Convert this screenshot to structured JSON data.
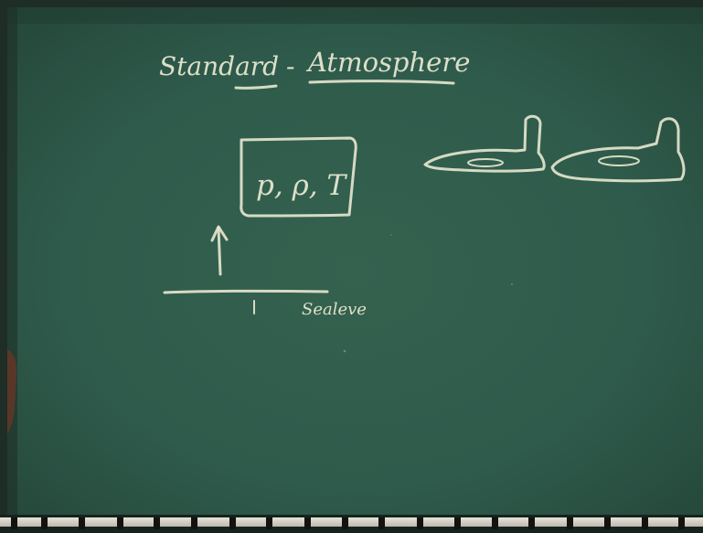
{
  "board": {
    "title_left": "Standard",
    "title_dash": "-",
    "title_right": "Atmosphere",
    "box_label": "p, ρ, T",
    "sea_level_label": "Sealeve"
  },
  "colors": {
    "board": "#2f5b4c",
    "chalk": "#e9ead2",
    "frame": "#17221d"
  }
}
